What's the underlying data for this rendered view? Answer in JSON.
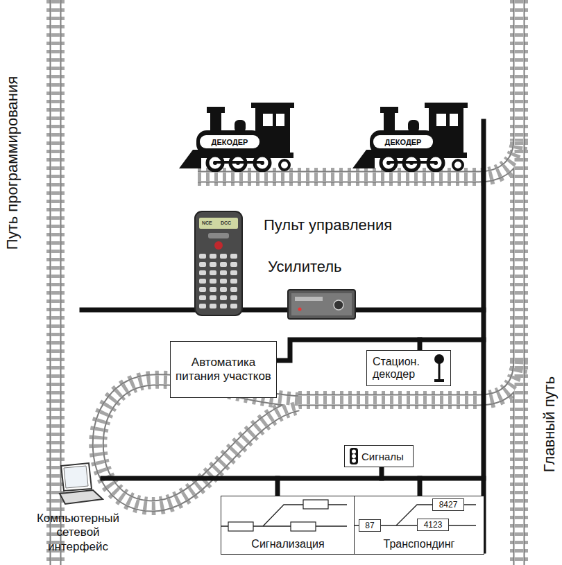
{
  "diagram": {
    "nodes": [
      {
        "text": [
          "ДЕКОДЕР"
        ]
      },
      {
        "text": [
          "ДЕКОДЕР"
        ]
      },
      {
        "text": [
          "Автоматика питания участков"
        ]
      },
      {
        "text": [
          "Стацион. декодер"
        ]
      },
      {
        "text": [
          "Сигналы"
        ]
      },
      {
        "text": [
          "Сигнализация"
        ]
      },
      {
        "text": [
          "Транспондинг"
        ]
      },
      {
        "text": [
          "8427"
        ],
        "in": 6
      },
      {
        "text": [
          "87"
        ],
        "in": 6
      },
      {
        "text": [
          "4123"
        ],
        "in": 6
      }
    ],
    "labels": [
      "Путь программирования",
      "Главный путь",
      "Пульт управления",
      "Усилитель",
      "Компьютерный сетевой интерфейс",
      "NCE",
      "DCC"
    ]
  }
}
